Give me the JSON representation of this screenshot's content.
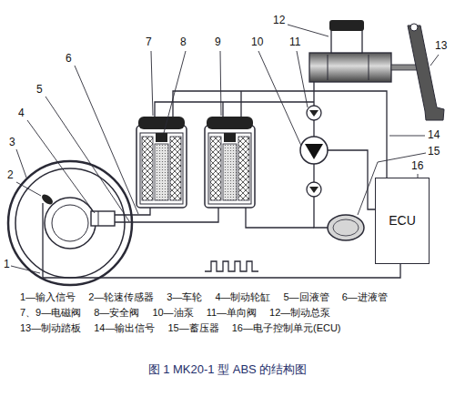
{
  "diagram": {
    "caption": "图 1 MK20-1 型 ABS 的结构图",
    "nodes": [
      {
        "text": [
          "ECU"
        ]
      }
    ],
    "labels": [
      "1",
      "2",
      "3",
      "4",
      "5",
      "6",
      "7",
      "8",
      "9",
      "10",
      "11",
      "12",
      "13",
      "14",
      "15",
      "16",
      "1—输入信号",
      "2—轮速传感器",
      "3—车轮",
      "4—制动轮缸",
      "5—回液管",
      "6—进液管",
      "7、9—电磁阀",
      "8—安全阀",
      "10—油泵",
      "11—单向阀",
      "12—制动总泵",
      "13—制动踏板",
      "14—输出信号",
      "15—蓄压器",
      "16—电子控制单元(ECU)"
    ]
  }
}
